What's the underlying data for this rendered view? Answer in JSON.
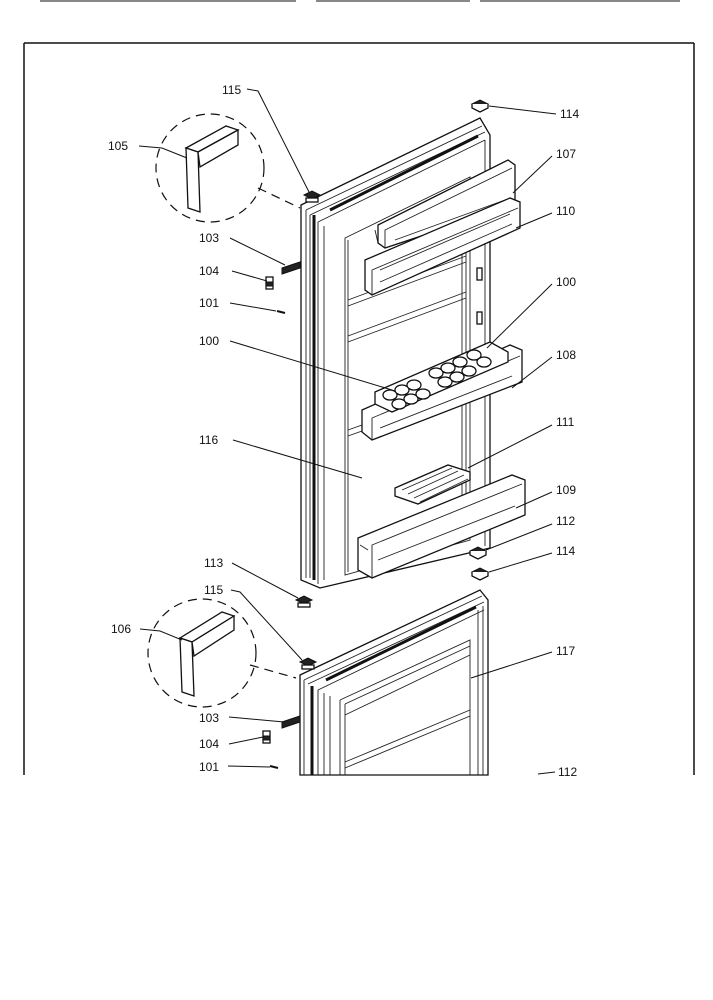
{
  "callouts": {
    "c115a": "115",
    "c114a": "114",
    "c105": "105",
    "c107": "107",
    "c110": "110",
    "c103a": "103",
    "c104a": "104",
    "c100a": "100",
    "c101a": "101",
    "c100b": "100",
    "c108": "108",
    "c111": "111",
    "c116": "116",
    "c109": "109",
    "c112a": "112",
    "c114b": "114",
    "c113": "113",
    "c115b": "115",
    "c106": "106",
    "c117": "117",
    "c103b": "103",
    "c104b": "104",
    "c101b": "101",
    "c112b": "112"
  }
}
